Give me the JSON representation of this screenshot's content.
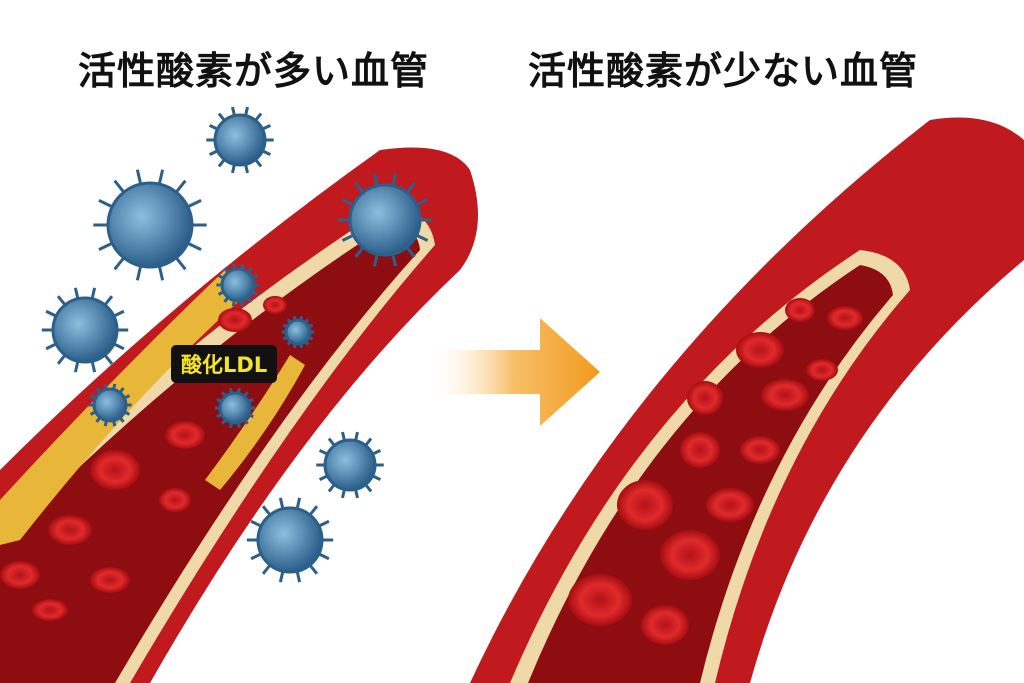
{
  "left_panel": {
    "title": "活性酸素が多い血管",
    "label": "酸化LDL"
  },
  "right_panel": {
    "title": "活性酸素が少ない血管"
  },
  "colors": {
    "vessel": "#c8161d",
    "lumen": "#8e0d10",
    "plaque": "#e8b73a",
    "virus": "#3f7fae",
    "arrow": "#f29a1c",
    "label_bg": "#111111",
    "label_text": "#f5e52a"
  }
}
